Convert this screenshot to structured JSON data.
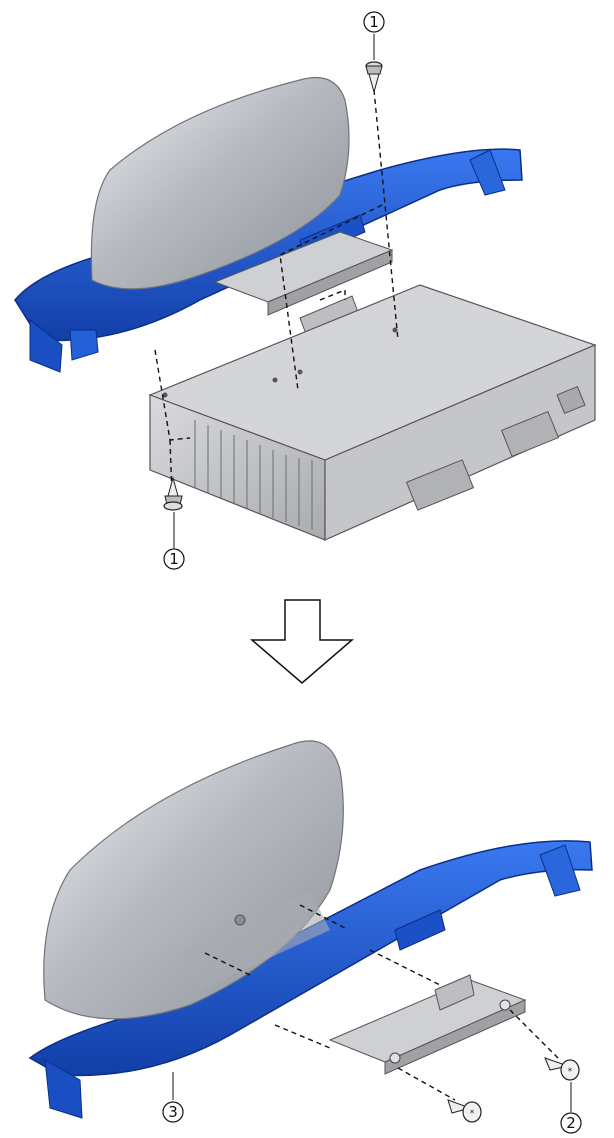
{
  "callouts": {
    "c1_top": "1",
    "c1_bottom": "1",
    "c2": "2",
    "c3": "3"
  },
  "colors": {
    "bracket_blue": "#1e5bd6",
    "bracket_blue_dark": "#0f3a9e",
    "housing_grey": "#b9bcc2",
    "unit_grey": "#c8c9cc",
    "line": "#111111"
  },
  "icons": {
    "arrow": "down-arrow-icon",
    "fastener": "push-clip-icon",
    "screw": "screw-icon"
  }
}
